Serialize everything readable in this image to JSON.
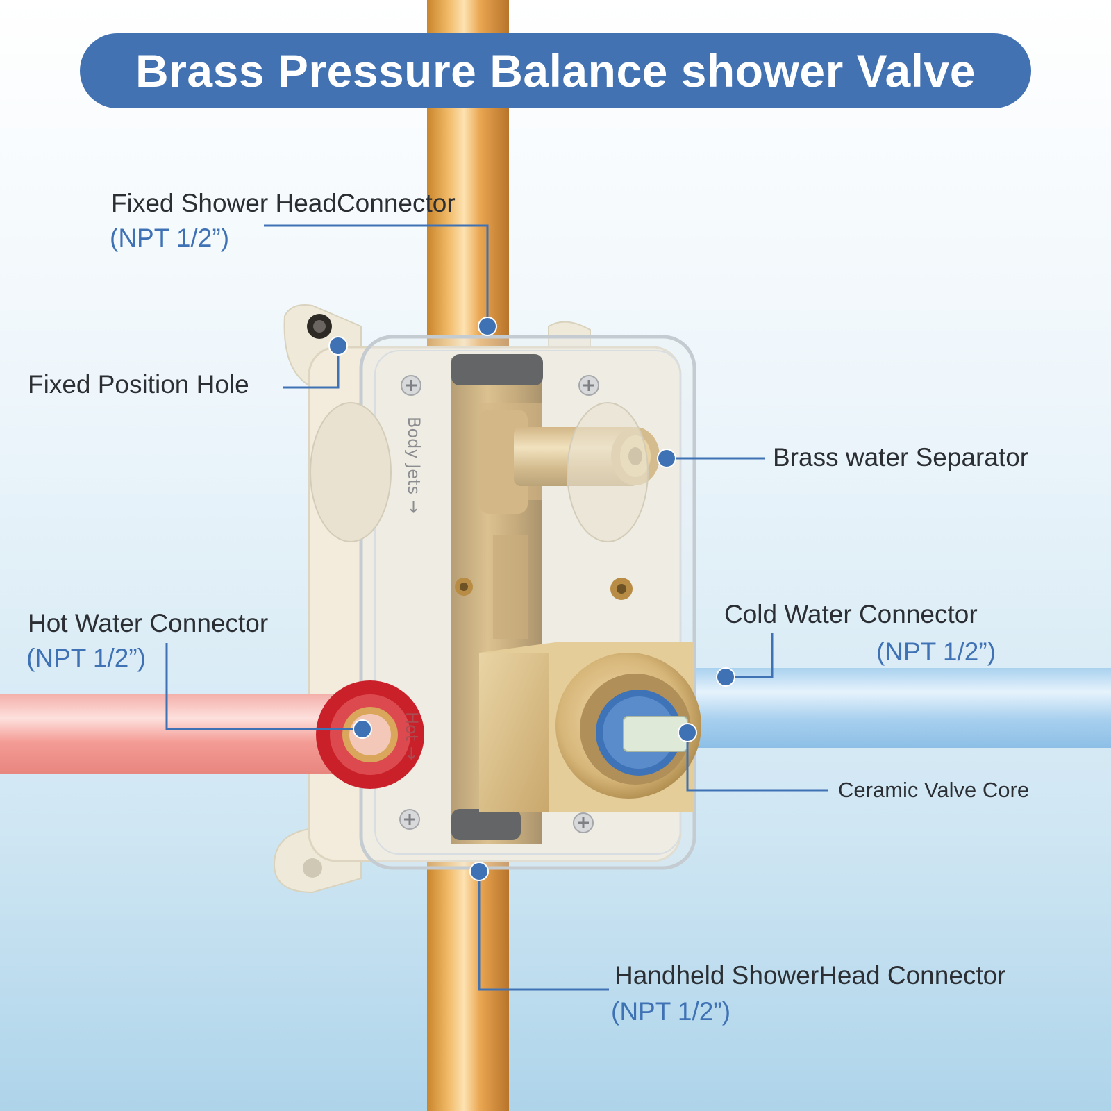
{
  "title": "Brass Pressure Balance shower Valve",
  "labels": {
    "fixed_shower": {
      "label": "Fixed Shower HeadConnector",
      "sub": "(NPT 1/2”)"
    },
    "fixed_hole": {
      "label": "Fixed Position Hole"
    },
    "brass_separator": {
      "label": "Brass water Separator"
    },
    "hot_water": {
      "label": "Hot Water Connector",
      "sub": "(NPT 1/2”)"
    },
    "cold_water": {
      "label": "Cold Water Connector",
      "sub": "(NPT 1/2”)"
    },
    "ceramic_core": {
      "label": "Ceramic Valve Core"
    },
    "handheld": {
      "label": "Handheld ShowerHead Connector",
      "sub": "(NPT 1/2”)"
    }
  },
  "box_markings": {
    "body_jets": "Body Jets →",
    "hot": "Hot →"
  },
  "colors": {
    "title_bg": "#4272b2",
    "accent_blue": "#3f72b5",
    "leader_line": "#3f72b5",
    "copper": "#d99a3e",
    "hot_pipe": "#f2a6a2",
    "cold_pipe": "#b9dcf2",
    "brass": "#c8a050"
  },
  "icons": [
    "callout-dot",
    "screw-icon"
  ]
}
